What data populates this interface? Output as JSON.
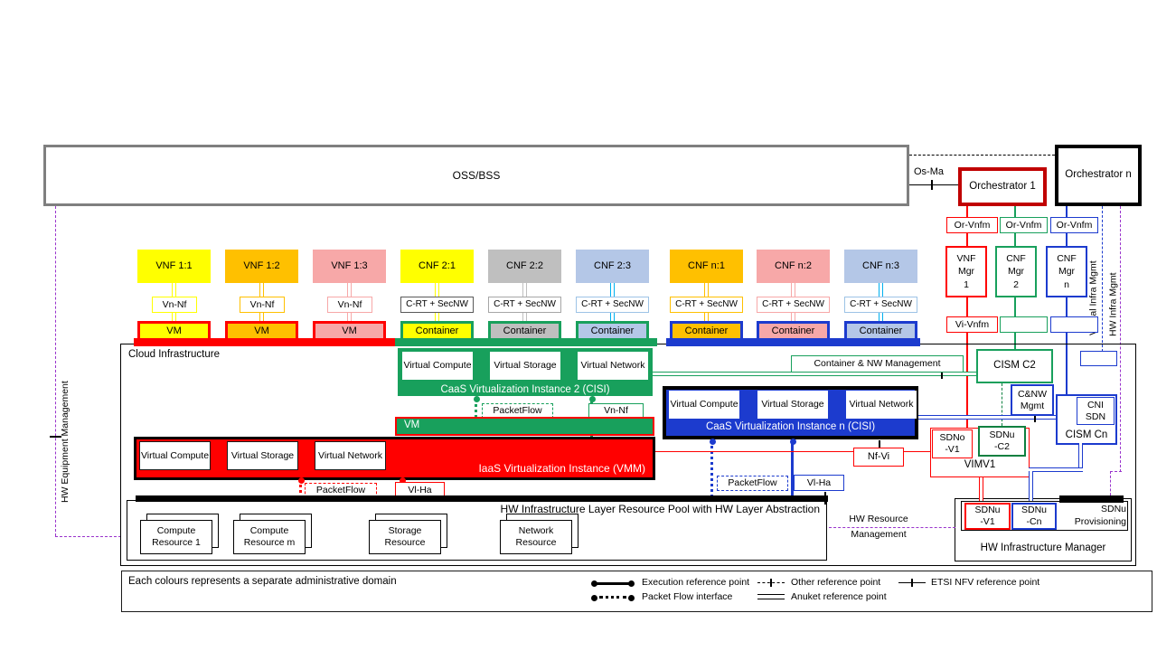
{
  "colors": {
    "yellow": "#FFFF00",
    "orange": "#FFC000",
    "pink": "#F7A8A8",
    "light_blue": "#B4C7E7",
    "gray": "#BFBFBF",
    "red": "#FF0000",
    "dark_red": "#C00000",
    "green": "#18A05C",
    "dark_green": "#0E8040",
    "blue": "#1C3BCE",
    "cyan": "#00B0F0",
    "purple": "#9933CC",
    "oss_border": "#7F7F7F",
    "black": "#000000"
  },
  "top": {
    "oss": "OSS/BSS",
    "os_ma": "Os-Ma",
    "orch1": "Orchestrator 1",
    "orchn": "Orchestrator n"
  },
  "nfs": {
    "vnf11": "VNF 1:1",
    "vnf12": "VNF 1:2",
    "vnf13": "VNF 1:3",
    "cnf21": "CNF 2:1",
    "cnf22": "CNF 2:2",
    "cnf23": "CNF 2:3",
    "cnfn1": "CNF n:1",
    "cnfn2": "CNF n:2",
    "cnfn3": "CNF n:3"
  },
  "ifaces": {
    "vn_nf": "Vn-Nf",
    "c_rt_secnw": "C-RT + SecNW"
  },
  "hosts": {
    "vm": "VM",
    "container": "Container"
  },
  "cloud": {
    "label": "Cloud Infrastructure"
  },
  "virt": {
    "compute": "Virtual Compute",
    "storage": "Virtual Storage",
    "network": "Virtual Network"
  },
  "caas2": {
    "title": "CaaS Virtualization Instance 2 (CISI)",
    "packetflow": "PacketFlow",
    "vn_nf": "Vn-Nf"
  },
  "vm_layer": {
    "label": "VM"
  },
  "iaas": {
    "title": "IaaS Virtualization Instance (VMM)",
    "packetflow": "PacketFlow",
    "vl_ha": "Vl-Ha"
  },
  "caasn": {
    "title": "CaaS Virtualization Instance n (CISI)",
    "packetflow": "PacketFlow",
    "vl_ha": "Vl-Ha"
  },
  "hw_pool": {
    "title": "HW Infrastructure Layer Resource Pool with HW Layer Abstraction",
    "compute1": "Compute Resource 1",
    "compute_m": "Compute Resource m",
    "storage": "Storage Resource",
    "network": "Network Resource"
  },
  "mano": {
    "or_vnfm": "Or-Vnfm",
    "vnf_mgr1": "VNF\nMgr\n1",
    "cnf_mgr2": "CNF\nMgr\n2",
    "cnf_mgrn": "CNF\nMgr\nn",
    "vi_vnfm": "Vi-Vnfm",
    "nf_vi": "Nf-Vi",
    "cism_c2": "CISM C2",
    "container_nw_mgmt": "Container & NW Management",
    "cnw_mgmt": "C&NW Mgmt",
    "cism_cn": "CISM Cn",
    "cni_sdn": "CNI\nSDN",
    "sdno_v1": "SDNo\n-V1",
    "sdnu_c2": "SDNu\n-C2",
    "vimv1": "VIMV1",
    "sdnu_v1": "SDNu\n-V1",
    "sdnu_cn": "SDNu\n-Cn",
    "sdnu_prov": "SDNu\nProvisioning",
    "hw_infra_mgr": "HW Infrastructure Manager"
  },
  "side": {
    "virtual_infra_mgmt": "Virtual Infra Mgmt",
    "hw_infra_mgmt": "HW Infra Mgmt",
    "hw_equipment_mgmt": "HW Equipment Management",
    "hw_resource_mgmt": "HW Resource\nManagement"
  },
  "legend": {
    "admin_note": "Each colours represents a separate administrative domain",
    "execution": "Execution reference point",
    "packet_flow": "Packet Flow interface",
    "other": "Other reference point",
    "anuket": "Anuket reference point",
    "etsi": "ETSI NFV reference point"
  }
}
